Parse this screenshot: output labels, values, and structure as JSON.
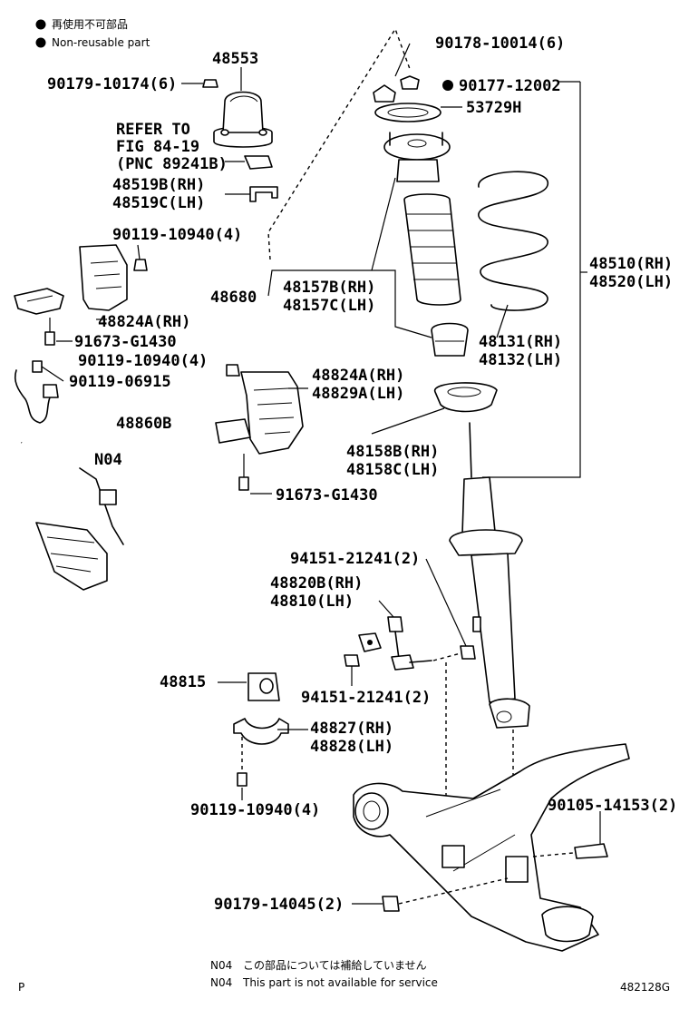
{
  "legend": {
    "jp": "再使用不可部品",
    "en": "Non-reusable part"
  },
  "labels": {
    "p48553": "48553",
    "p90179_10174": "90179-10174(6)",
    "refer1": "REFER TO",
    "refer2": "FIG 84-19",
    "refer3": "(PNC 89241B)",
    "p48519b": "48519B(RH)",
    "p48519c": "48519C(LH)",
    "p90119_10940_a": "90119-10940(4)",
    "p48824a_rh": "48824A(RH)",
    "p91673_a": "91673-G1430",
    "p90119_10940_b": "90119-10940(4)",
    "p90119_06915": "90119-06915",
    "p48824a_b": "48824A(RH)",
    "p48829a": "48829A(LH)",
    "p48860b": "48860B",
    "n04": "N04",
    "p91673_b": "91673-G1430",
    "p90178": "90178-10014(6)",
    "p90177": "90177-12002",
    "p53729h": "53729H",
    "p48680": "48680",
    "p48157b": "48157B(RH)",
    "p48157c": "48157C(LH)",
    "p48510": "48510(RH)",
    "p48520": "48520(LH)",
    "p48131": "48131(RH)",
    "p48132": "48132(LH)",
    "p48158b": "48158B(RH)",
    "p48158c": "48158C(LH)",
    "p94151_a": "94151-21241(2)",
    "p48820b": "48820B(RH)",
    "p48810": "48810(LH)",
    "p48815": "48815",
    "p94151_b": "94151-21241(2)",
    "p48827": "48827(RH)",
    "p48828": "48828(LH)",
    "p90119_10940_c": "90119-10940(4)",
    "p90105": "90105-14153(2)",
    "p90179_14045": "90179-14045(2)"
  },
  "footer": {
    "note_code_1": "N04",
    "note_jp": "この部品については補給していません",
    "note_code_2": "N04",
    "note_en": "This part is not available for service",
    "page_letter": "P",
    "figure_id": "482128G"
  }
}
